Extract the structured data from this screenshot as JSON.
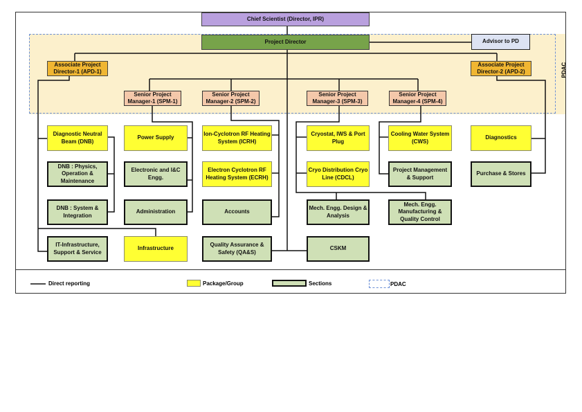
{
  "pdac_label": "PDAC",
  "top": {
    "chief": "Chief Scientist (Director, IPR)",
    "pd": "Project Director",
    "advisor": "Advisor to PD"
  },
  "apd": [
    "Associate Project Director-1 (APD-1)",
    "Associate Project Director-2 (APD-2)"
  ],
  "spm": [
    "Senior Project Manager-1 (SPM-1)",
    "Senior Project Manager-2 (SPM-2)",
    "Senior Project Manager-3 (SPM-3)",
    "Senior Project Manager-4 (SPM-4)"
  ],
  "units": {
    "dnb": "Diagnostic Neutral Beam (DNB)",
    "dnb_phys": "DNB : Physics, Operation & Maintenance",
    "dnb_sys": "DNB : System & Integration",
    "it": "IT-Infrastructure, Support & Service",
    "power": "Power Supply",
    "electronic": "Electronic and I&C Engg.",
    "admin": "Administration",
    "infra": "Infrastructure",
    "icrh": "Ion-Cyclotron RF Heating System (ICRH)",
    "ecrh": "Electron Cyclotron RF Heating System (ECRH)",
    "accounts": "Accounts",
    "qa": "Quality Assurance & Safety  (QA&S)",
    "cryostat": "Cryostat, IWS & Port Plug",
    "cdcl": "Cryo Distribution Cryo Line (CDCL)",
    "mech_design": "Mech. Engg. Design & Analysis",
    "cskm": "CSKM",
    "cws": "Cooling Water System (CWS)",
    "pm": "Project Management & Support",
    "mech_mfg": "Mech. Engg. Manufacturing & Quality Control",
    "diagnostics": "Diagnostics",
    "purchase": "Purchase & Stores"
  },
  "legend": {
    "direct": "Direct reporting",
    "package": "Package/Group",
    "sections": "Sections",
    "pdac": "PDAC"
  },
  "colors": {
    "package": "#ffff33",
    "section": "#cfe0b6",
    "pdac_border": "#6b8fd6",
    "chief": "#b9a0de",
    "pd": "#77a34a",
    "apd": "#f0b632",
    "spm": "#f4c8aa"
  }
}
